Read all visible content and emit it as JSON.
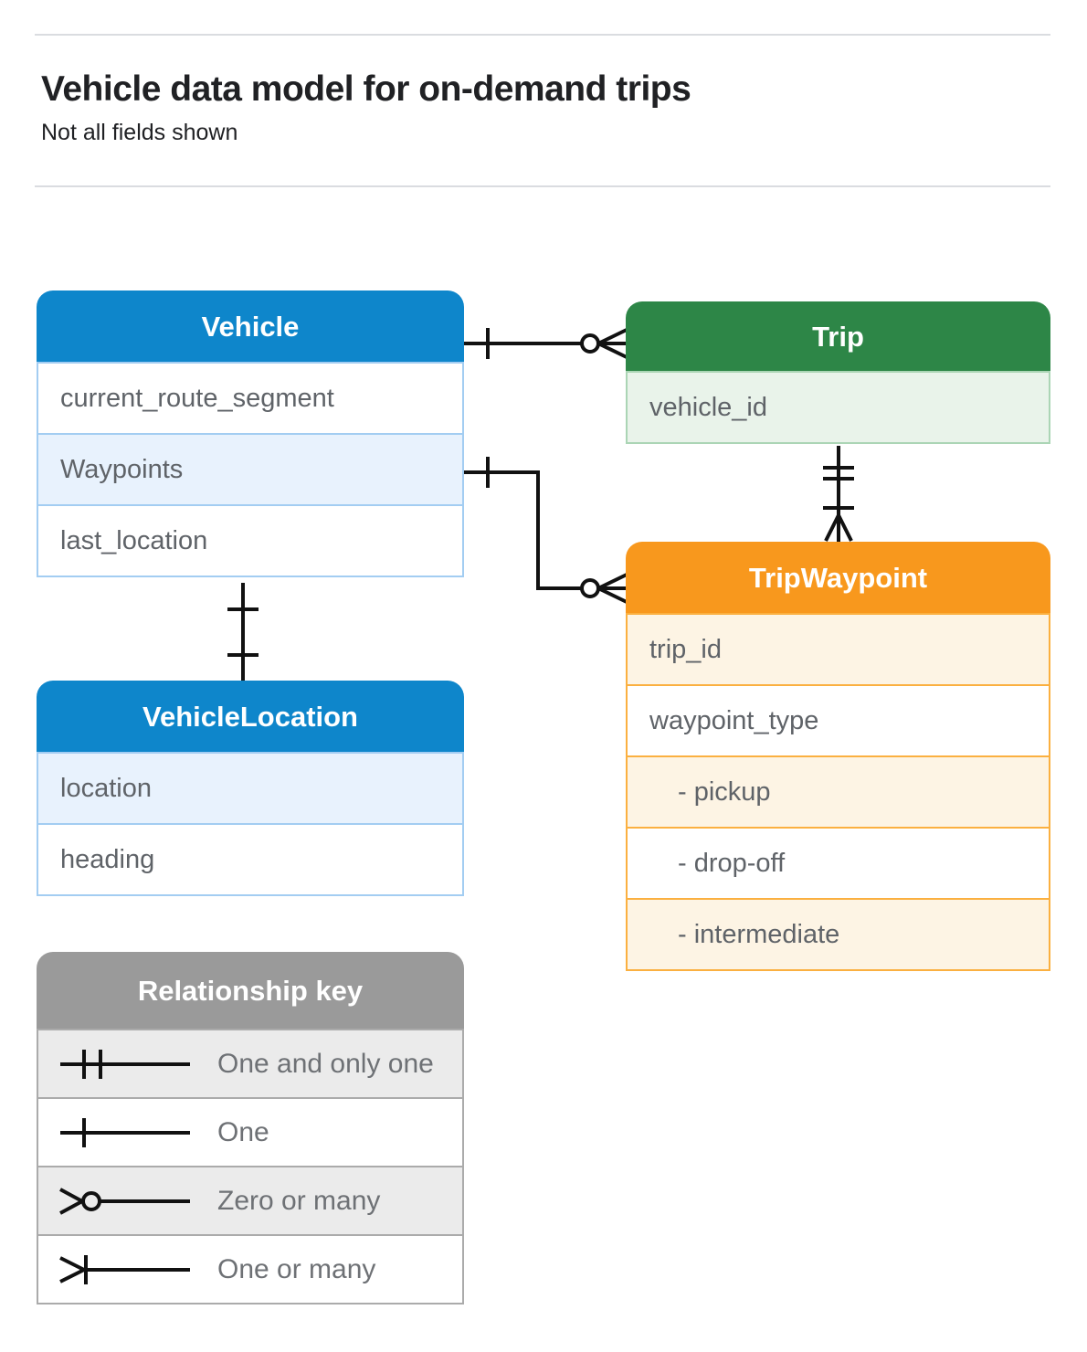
{
  "header": {
    "title": "Vehicle data model for on-demand trips",
    "subtitle": "Not all fields shown"
  },
  "entities": {
    "vehicle": {
      "title": "Vehicle",
      "fields": [
        "current_route_segment",
        "Waypoints",
        "last_location"
      ]
    },
    "trip": {
      "title": "Trip",
      "fields": [
        "vehicle_id"
      ]
    },
    "trip_waypoint": {
      "title": "TripWaypoint",
      "fields": [
        "trip_id",
        "waypoint_type",
        "- pickup",
        "- drop-off",
        "- intermediate"
      ]
    },
    "vehicle_location": {
      "title": "VehicleLocation",
      "fields": [
        "location",
        "heading"
      ]
    }
  },
  "legend": {
    "title": "Relationship key",
    "items": [
      {
        "symbol": "one-and-only-one",
        "label": "One and only one"
      },
      {
        "symbol": "one",
        "label": "One"
      },
      {
        "symbol": "zero-or-many",
        "label": "Zero or many"
      },
      {
        "symbol": "one-or-many",
        "label": "One or many"
      }
    ]
  },
  "relationships": [
    {
      "from": "Vehicle",
      "to": "Trip",
      "from_cardinality": "one",
      "to_cardinality": "zero-or-many"
    },
    {
      "from": "Vehicle.Waypoints",
      "to": "TripWaypoint",
      "from_cardinality": "one",
      "to_cardinality": "zero-or-many"
    },
    {
      "from": "Trip",
      "to": "TripWaypoint",
      "from_cardinality": "one-and-only-one",
      "to_cardinality": "one-or-many"
    },
    {
      "from": "Vehicle",
      "to": "VehicleLocation",
      "from_cardinality": "one",
      "to_cardinality": "one"
    }
  ],
  "colors": {
    "blue_header": "#0e86cb",
    "blue_row": "#e8f2fd",
    "blue_border": "#a3cdf2",
    "green_header": "#2d8647",
    "green_row": "#e9f3ea",
    "green_border": "#abd5b5",
    "orange_header": "#f8981d",
    "orange_row": "#fdf4e4",
    "orange_border": "#fbb040",
    "gray_header": "#9a9a9a",
    "gray_row": "#ebebeb",
    "gray_border": "#ababab",
    "field_text": "#5f6368",
    "connector_line": "#111111"
  }
}
